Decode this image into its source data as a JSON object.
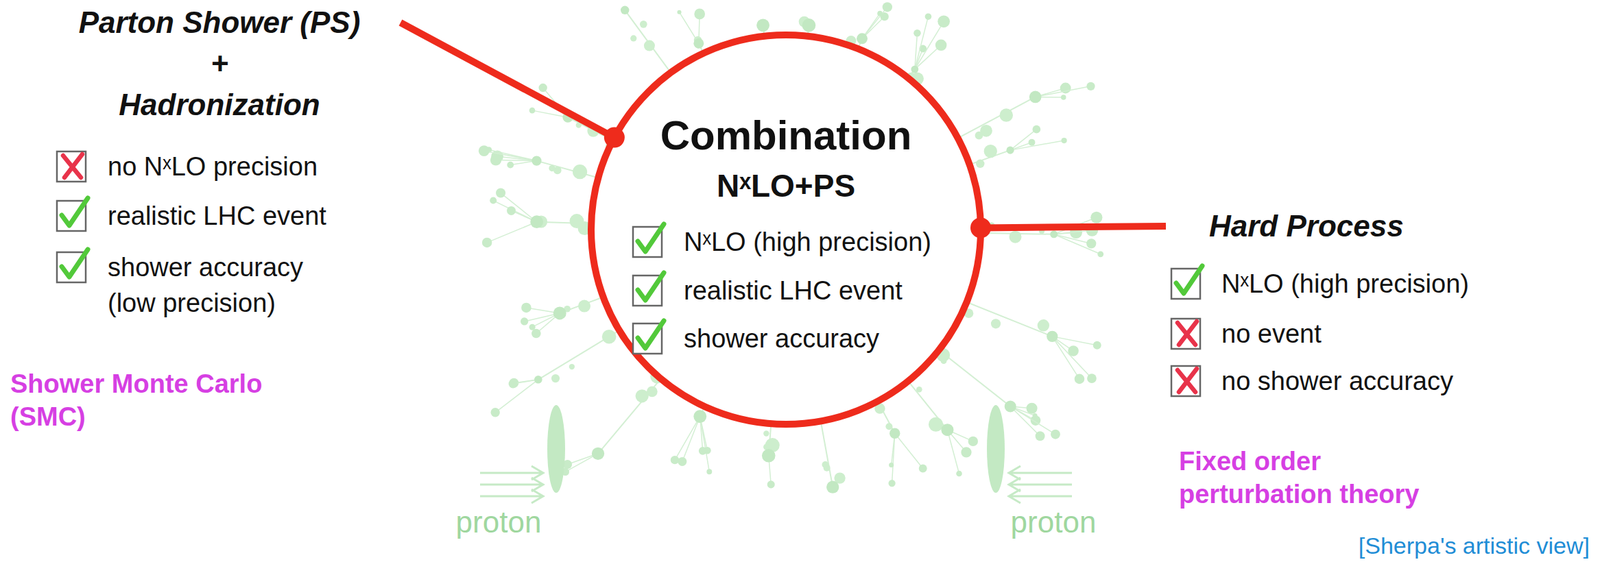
{
  "diagram": {
    "nodes": [
      {
        "text": [
          "Parton Shower (PS) + Hadronization",
          "no NˣLO precision",
          "realistic LHC event",
          "shower accuracy (low precision)"
        ]
      },
      {
        "text": [
          "Combination",
          "NˣLO+PS",
          "NˣLO (high precision)",
          "realistic LHC event",
          "shower accuracy"
        ]
      },
      {
        "text": [
          "Hard Process",
          "NˣLO (high precision)",
          "no event",
          "no shower accuracy"
        ]
      }
    ],
    "edges": [
      {
        "from": 0,
        "to": 1,
        "arrow": "none"
      },
      {
        "from": 1,
        "to": 2,
        "arrow": "none"
      }
    ],
    "labels": [
      "Shower Monte Carlo (SMC)",
      "Fixed order perturbation theory",
      "[Sherpa's artistic view]",
      "proton",
      "proton"
    ]
  }
}
